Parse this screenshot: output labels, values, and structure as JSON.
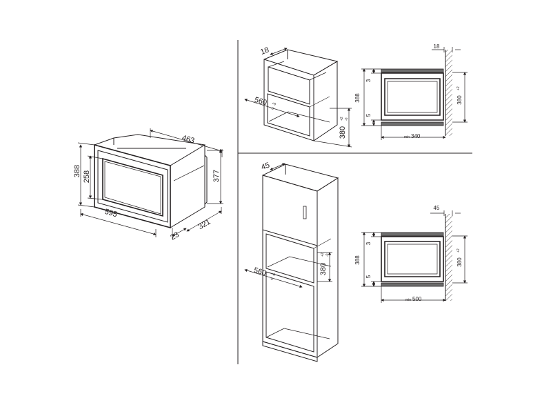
{
  "oven_dimensions": {
    "width": "595",
    "depth_top": "463",
    "height_total": "388",
    "height_door": "258",
    "height_body": "377",
    "depth_side": "321",
    "front_offset": "23"
  },
  "installation_top": {
    "rear_gap": "18",
    "niche_width": "560",
    "niche_width_tol_top": "+8",
    "niche_width_tol_bot": "-0",
    "niche_height": "380",
    "niche_height_tol": "+2",
    "niche_height_tol_bot": "-0"
  },
  "section_top": {
    "wall_gap": "18",
    "height": "388",
    "top_gap": "3",
    "bottom_gap": "5",
    "niche_height": "380",
    "niche_height_tol": "+2",
    "depth_prefix": "min",
    "depth": "340"
  },
  "installation_column": {
    "rear_gap": "45",
    "niche_width": "560",
    "niche_width_tol_top": "+8",
    "niche_width_tol_bot": "-0",
    "niche_height": "380",
    "niche_height_tol": "+2",
    "niche_height_tol_bot": "-0"
  },
  "section_bottom": {
    "wall_gap": "45",
    "height": "388",
    "top_gap": "3",
    "bottom_gap": "5",
    "niche_height": "380",
    "niche_height_tol": "+2",
    "depth_prefix": "min",
    "depth": "500"
  }
}
